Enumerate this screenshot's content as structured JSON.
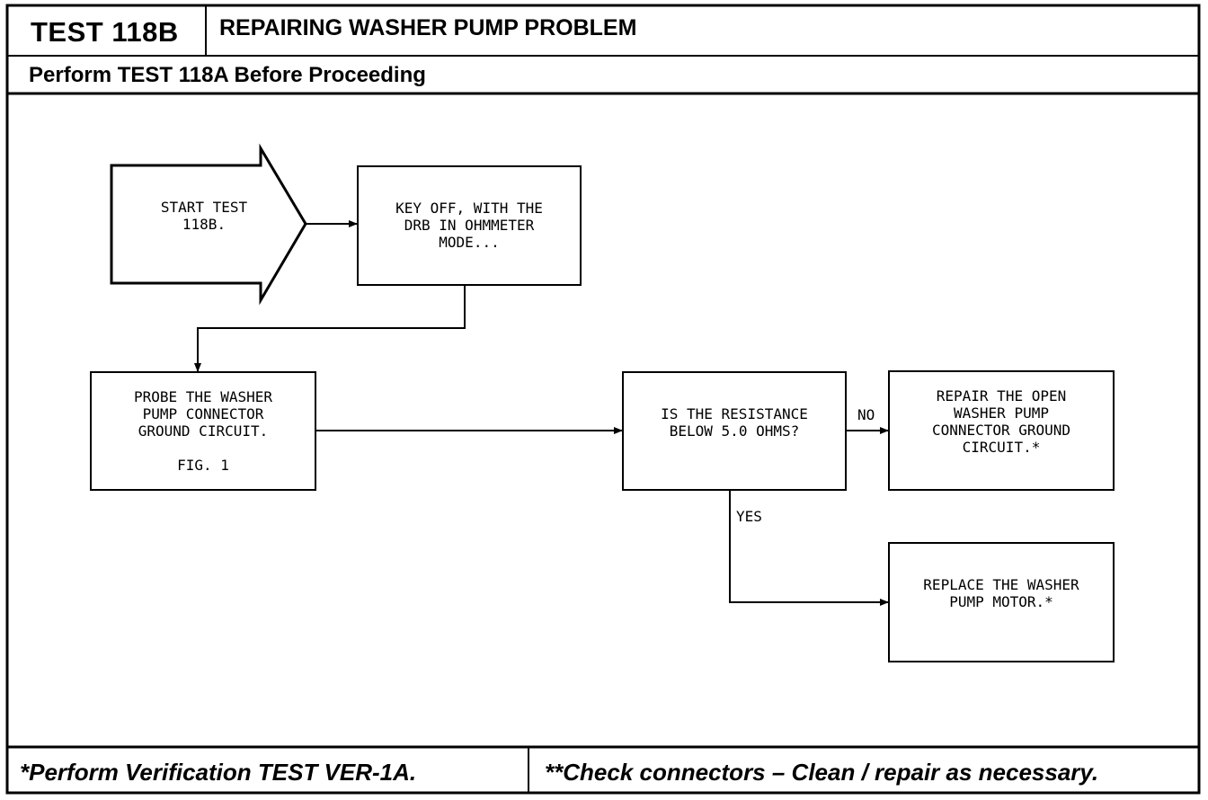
{
  "header": {
    "test_id": "TEST 118B",
    "title": "REPAIRING WASHER PUMP PROBLEM",
    "prerequisite": "Perform TEST 118A Before Proceeding"
  },
  "flowchart": {
    "start": "START TEST\n118B.",
    "key_off": "KEY OFF, WITH THE\nDRB IN OHMMETER\nMODE...",
    "probe": "PROBE THE WASHER\nPUMP CONNECTOR\nGROUND CIRCUIT.\n\nFIG. 1",
    "question": "IS THE RESISTANCE\nBELOW 5.0 OHMS?",
    "repair": "REPAIR THE OPEN\nWASHER PUMP\nCONNECTOR GROUND\nCIRCUIT.*",
    "replace": "REPLACE THE WASHER\nPUMP MOTOR.*",
    "no_label": "NO",
    "yes_label": "YES"
  },
  "footer": {
    "left": "*Perform Verification TEST VER-1A.",
    "right": "**Check connectors – Clean / repair as necessary."
  }
}
